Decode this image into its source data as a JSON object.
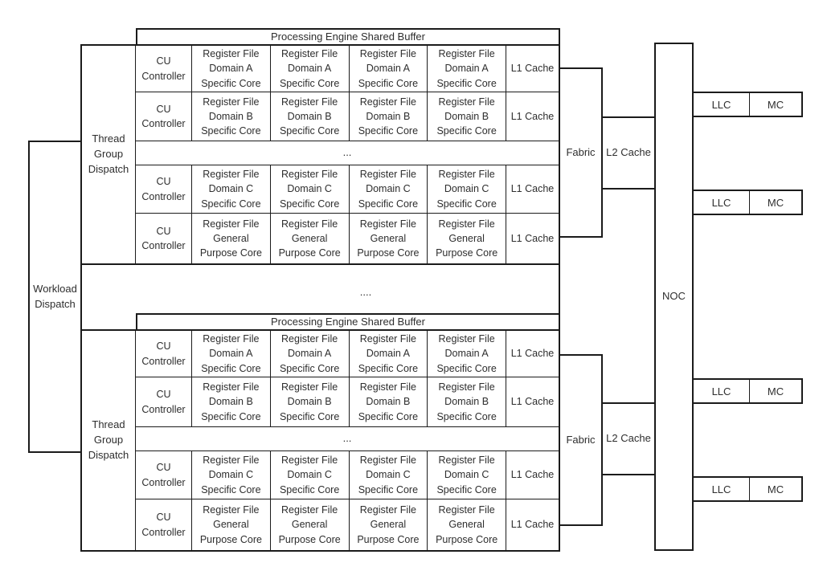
{
  "diagram": {
    "workload_dispatch": "Workload\nDispatch",
    "clusters_separator": "....",
    "noc_label": "NOC",
    "clusters": [
      {
        "shared_buffer_label": "Processing Engine Shared Buffer",
        "thread_group_label": "Thread\nGroup\nDispatch",
        "fabric_label": "Fabric",
        "l2_label": "L2 Cache",
        "rows": [
          {
            "cu": "CU\nController",
            "cores": [
              "Register File\nDomain A\nSpecific Core",
              "Register File\nDomain A\nSpecific Core",
              "Register File\nDomain A\nSpecific Core",
              "Register File\nDomain A\nSpecific Core"
            ],
            "l1": "L1 Cache"
          },
          {
            "cu": "CU\nController",
            "cores": [
              "Register File\nDomain B\nSpecific Core",
              "Register File\nDomain B\nSpecific Core",
              "Register File\nDomain B\nSpecific Core",
              "Register File\nDomain B\nSpecific Core"
            ],
            "l1": "L1 Cache"
          },
          {
            "separator": "..."
          },
          {
            "cu": "CU\nController",
            "cores": [
              "Register File\nDomain C\nSpecific Core",
              "Register File\nDomain C\nSpecific Core",
              "Register File\nDomain C\nSpecific Core",
              "Register File\nDomain C\nSpecific Core"
            ],
            "l1": "L1 Cache"
          },
          {
            "cu": "CU\nController",
            "cores": [
              "Register File\nGeneral\nPurpose Core",
              "Register File\nGeneral\nPurpose Core",
              "Register File\nGeneral\nPurpose Core",
              "Register File\nGeneral\nPurpose Core"
            ],
            "l1": "L1 Cache"
          }
        ]
      },
      {
        "shared_buffer_label": "Processing Engine Shared Buffer",
        "thread_group_label": "Thread\nGroup\nDispatch",
        "fabric_label": "Fabric",
        "l2_label": "L2 Cache",
        "rows": [
          {
            "cu": "CU\nController",
            "cores": [
              "Register File\nDomain A\nSpecific Core",
              "Register File\nDomain A\nSpecific Core",
              "Register File\nDomain A\nSpecific Core",
              "Register File\nDomain A\nSpecific Core"
            ],
            "l1": "L1 Cache"
          },
          {
            "cu": "CU\nController",
            "cores": [
              "Register File\nDomain B\nSpecific Core",
              "Register File\nDomain B\nSpecific Core",
              "Register File\nDomain B\nSpecific Core",
              "Register File\nDomain B\nSpecific Core"
            ],
            "l1": "L1 Cache"
          },
          {
            "separator": "..."
          },
          {
            "cu": "CU\nController",
            "cores": [
              "Register File\nDomain C\nSpecific Core",
              "Register File\nDomain C\nSpecific Core",
              "Register File\nDomain C\nSpecific Core",
              "Register File\nDomain C\nSpecific Core"
            ],
            "l1": "L1 Cache"
          },
          {
            "cu": "CU\nController",
            "cores": [
              "Register File\nGeneral\nPurpose Core",
              "Register File\nGeneral\nPurpose Core",
              "Register File\nGeneral\nPurpose Core",
              "Register File\nGeneral\nPurpose Core"
            ],
            "l1": "L1 Cache"
          }
        ]
      }
    ],
    "memory_channels": [
      {
        "llc": "LLC",
        "mc": "MC"
      },
      {
        "llc": "LLC",
        "mc": "MC"
      },
      {
        "llc": "LLC",
        "mc": "MC"
      },
      {
        "llc": "LLC",
        "mc": "MC"
      }
    ],
    "colors": {
      "line": "#1b1b1b",
      "text": "#2e2e2e",
      "background": "#ffffff"
    }
  }
}
